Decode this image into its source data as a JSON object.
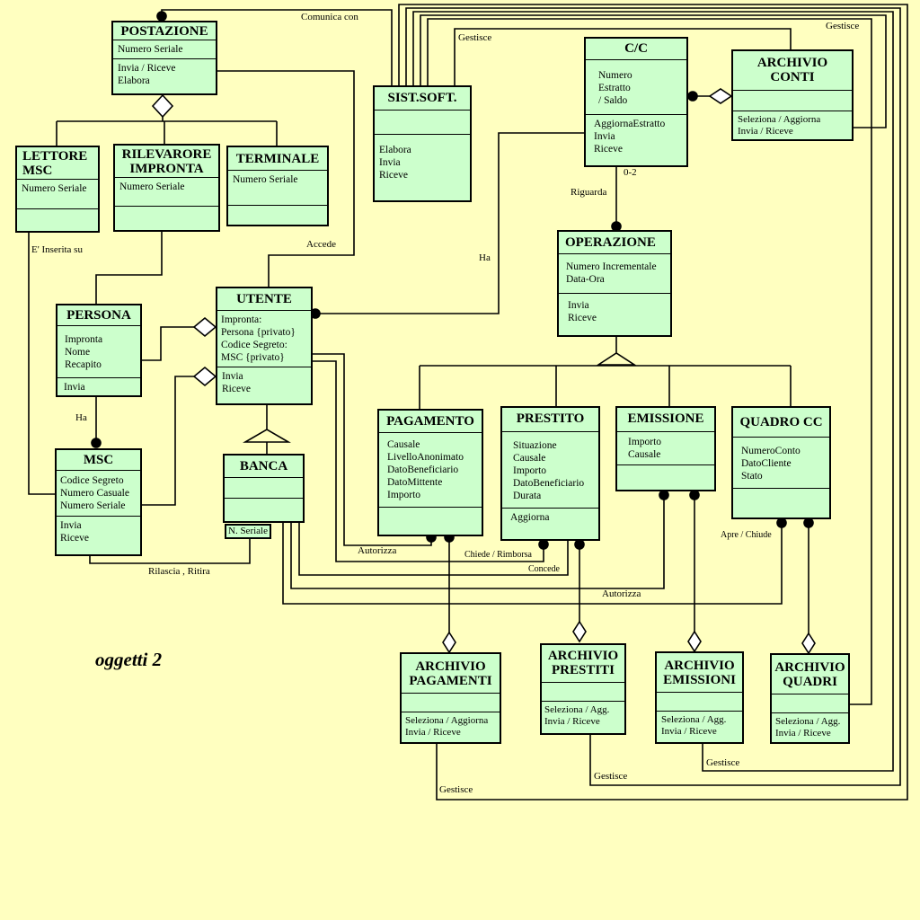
{
  "diagram": {
    "title": "oggetti 2",
    "classes": {
      "postazione": {
        "name": [
          "POSTAZIONE"
        ],
        "attributes": [
          "Numero Seriale"
        ],
        "operations": [
          "Invia / Riceve",
          "Elabora"
        ]
      },
      "lettore_msc": {
        "name": [
          "LETTORE",
          "MSC"
        ],
        "attributes": [
          "Numero Seriale"
        ],
        "operations": []
      },
      "rilevatore": {
        "name": [
          "RILEVARORE",
          "IMPRONTA"
        ],
        "attributes": [
          "Numero Seriale"
        ],
        "operations": []
      },
      "terminale": {
        "name": [
          "TERMINALE"
        ],
        "attributes": [
          "Numero Seriale"
        ],
        "operations": []
      },
      "sist_soft": {
        "name": [
          "SIST.SOFT."
        ],
        "attributes": [],
        "operations": [
          "Elabora",
          "Invia",
          "Riceve"
        ]
      },
      "cc": {
        "name": [
          "C/C"
        ],
        "attributes": [
          "Numero",
          "Estratto",
          "/ Saldo"
        ],
        "operations": [
          "AggiornaEstratto",
          "Invia",
          "Riceve"
        ]
      },
      "archivio_conti": {
        "name": [
          "ARCHIVIO",
          "CONTI"
        ],
        "attributes": [],
        "operations": [
          "Seleziona / Aggiorna",
          "Invia / Riceve"
        ]
      },
      "persona": {
        "name": [
          "PERSONA"
        ],
        "attributes": [
          "Impronta",
          "Nome",
          "Recapito"
        ],
        "operations": [
          "Invia"
        ]
      },
      "utente": {
        "name": [
          "UTENTE"
        ],
        "attributes": [
          "Impronta:",
          "Persona {privato}",
          "Codice Segreto:",
          "MSC {privato}"
        ],
        "operations": [
          "Invia",
          "Riceve"
        ]
      },
      "operazione": {
        "name": [
          "OPERAZIONE"
        ],
        "attributes": [
          "Numero Incrementale",
          "Data-Ora"
        ],
        "operations": [
          "Invia",
          "Riceve"
        ]
      },
      "msc": {
        "name": [
          "MSC"
        ],
        "attributes": [
          "Codice Segreto",
          "Numero Casuale",
          "Numero Seriale"
        ],
        "operations": [
          "Invia",
          "Riceve"
        ]
      },
      "banca": {
        "name": [
          "BANCA"
        ],
        "attributes": [],
        "operations": []
      },
      "pagamento": {
        "name": [
          "PAGAMENTO"
        ],
        "attributes": [
          "Causale",
          "LivelloAnonimato",
          "DatoBeneficiario",
          "DatoMittente",
          "Importo"
        ],
        "operations": []
      },
      "prestito": {
        "name": [
          "PRESTITO"
        ],
        "attributes": [
          "Situazione",
          "Causale",
          "Importo",
          "DatoBeneficiario",
          "Durata"
        ],
        "operations": [
          "Aggiorna"
        ]
      },
      "emissione": {
        "name": [
          "EMISSIONE"
        ],
        "attributes": [
          "Importo",
          "Causale"
        ],
        "operations": []
      },
      "quadro_cc": {
        "name": [
          "QUADRO CC"
        ],
        "attributes": [
          "NumeroConto",
          "DatoCliente",
          "Stato"
        ],
        "operations": []
      },
      "archivio_pagamenti": {
        "name": [
          "ARCHIVIO",
          "PAGAMENTI"
        ],
        "attributes": [],
        "operations": [
          "Seleziona / Aggiorna",
          "Invia / Riceve"
        ]
      },
      "archivio_prestiti": {
        "name": [
          "ARCHIVIO",
          "PRESTITI"
        ],
        "attributes": [],
        "operations": [
          "Seleziona / Agg.",
          "Invia / Riceve"
        ]
      },
      "archivio_emissioni": {
        "name": [
          "ARCHIVIO",
          "EMISSIONI"
        ],
        "attributes": [],
        "operations": [
          "Seleziona / Agg.",
          "Invia / Riceve"
        ]
      },
      "archivio_quadri": {
        "name": [
          "ARCHIVIO",
          "QUADRI"
        ],
        "attributes": [],
        "operations": [
          "Seleziona / Agg.",
          "Invia / Riceve"
        ]
      }
    },
    "qualifier": "N. Seriale",
    "labels": {
      "comunica_con": "Comunica con",
      "gestisce_top": "Gestisce",
      "gestisce_right": "Gestisce",
      "accede": "Accede",
      "inserita_su": "E' Inserita su",
      "ha_persona": "Ha",
      "ha_cc": "Ha",
      "riguarda": "Riguarda",
      "multiplicity": "0-2",
      "autorizza_pag": "Autorizza",
      "chiede_rimborsa": "Chiede / Rimborsa",
      "concede": "Concede",
      "apre_chiude": "Apre / Chiude",
      "autorizza_em": "Autorizza",
      "rilascia_ritira": "Rilascia , Ritira",
      "gestisce_pag": "Gestisce",
      "gestisce_pre": "Gestisce",
      "gestisce_emi": "Gestisce"
    }
  }
}
